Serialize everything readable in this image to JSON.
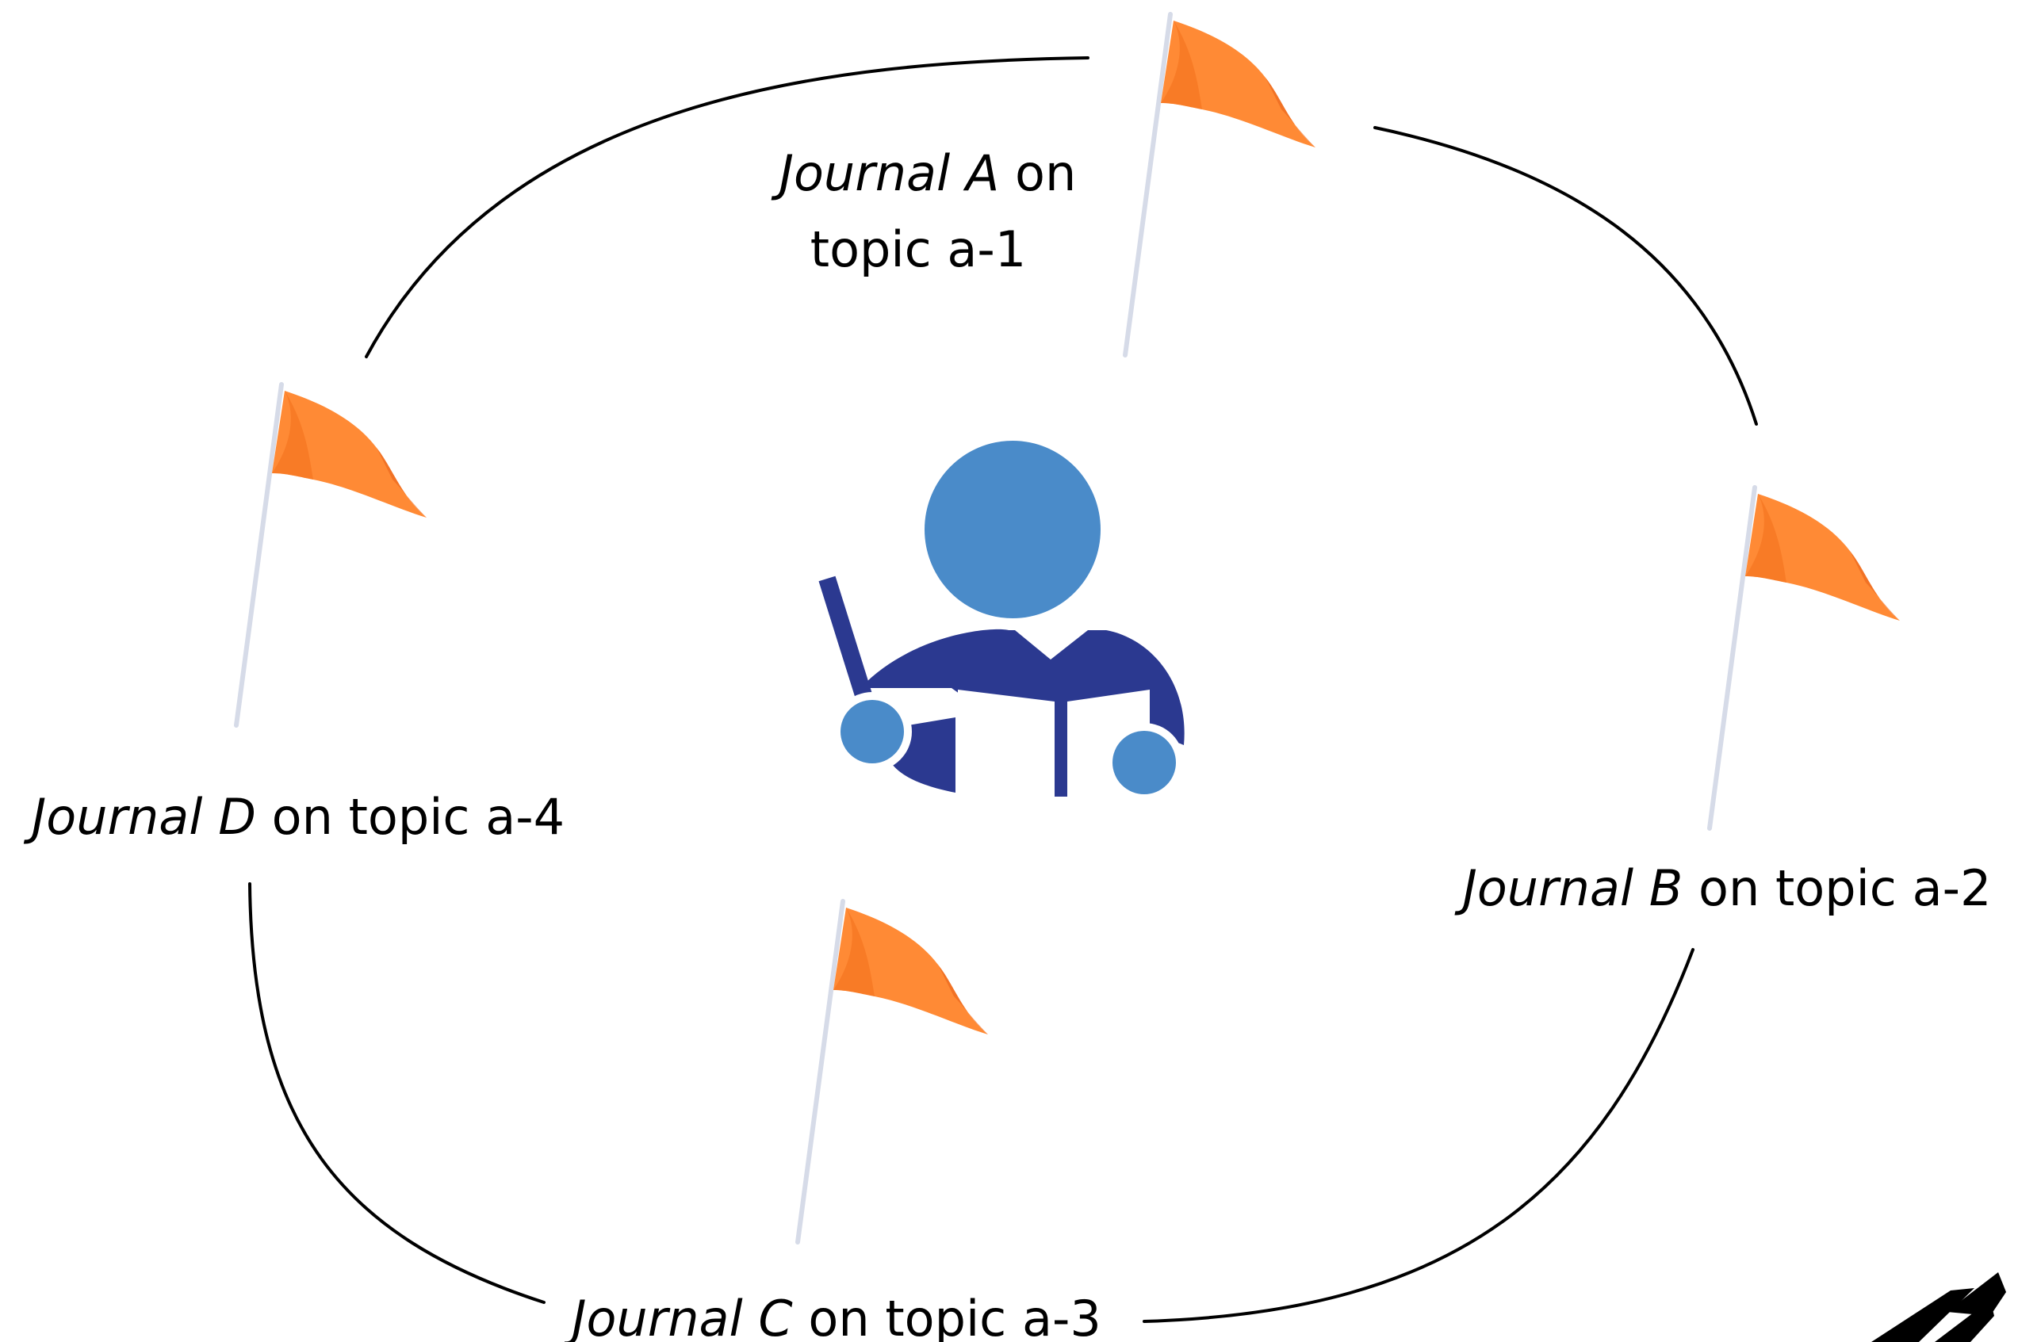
{
  "colors": {
    "background": "#ffffff",
    "connector": "#000000",
    "flag_fabric": "#ff8a35",
    "flag_fabric_shade": "#f26f1a",
    "flag_pole": "#d6dbe8",
    "figure_light_blue": "#4a8bc9",
    "figure_dark_blue": "#2b3990"
  },
  "center_figure": {
    "icon": "person-reading-icon"
  },
  "nodes": [
    {
      "id": "a1",
      "journal_prefix": "Journal A",
      "line1_suffix": " on",
      "line2": "topic a-1",
      "icon": "flag-icon"
    },
    {
      "id": "a2",
      "journal_prefix": "Journal B",
      "suffix": " on topic a-2",
      "icon": "flag-icon"
    },
    {
      "id": "a3",
      "journal_prefix": "Journal C",
      "suffix": " on topic a-3",
      "icon": "flag-icon"
    },
    {
      "id": "a4",
      "journal_prefix": "Journal D",
      "suffix": " on topic a-4",
      "icon": "flag-icon"
    }
  ],
  "connectors": [
    {
      "from": "a4",
      "to": "a1"
    },
    {
      "from": "a1",
      "to": "a2"
    },
    {
      "from": "a2",
      "to": "a3"
    },
    {
      "from": "a3",
      "to": "a4"
    }
  ],
  "corner_mark": {
    "icon": "corner-logo-icon"
  }
}
